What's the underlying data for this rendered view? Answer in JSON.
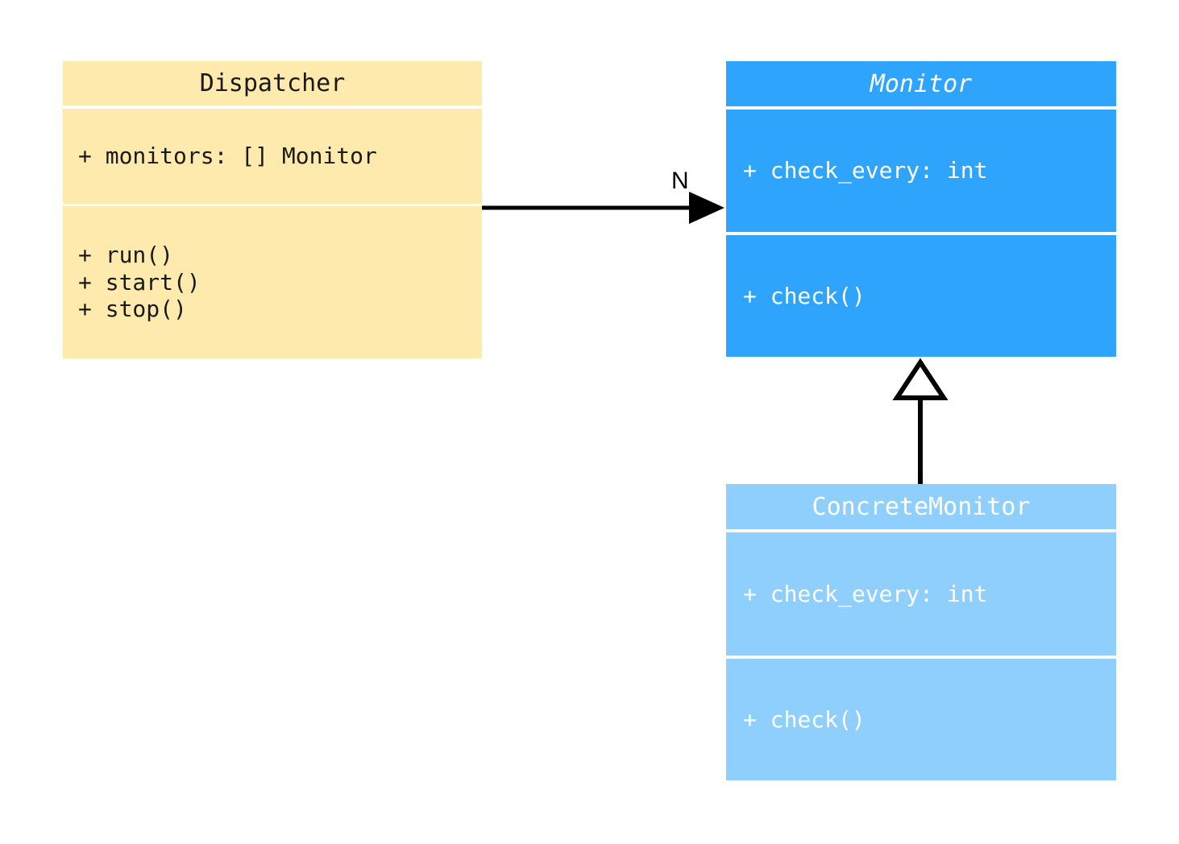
{
  "diagram": {
    "type": "uml-class-diagram",
    "background": "#ffffff",
    "classes": [
      {
        "id": "dispatcher",
        "name": "Dispatcher",
        "abstract": false,
        "fill": "#ffeaad",
        "text_color": "#1a1a1a",
        "attributes": [
          "+ monitors: [] Monitor"
        ],
        "methods": [
          "+ run()",
          "+ start()",
          "+ stop()"
        ]
      },
      {
        "id": "monitor",
        "name": "Monitor",
        "abstract": true,
        "fill": "#2fa4fc",
        "text_color": "#ffffff",
        "attributes": [
          "+ check_every: int"
        ],
        "methods": [
          "+ check()"
        ]
      },
      {
        "id": "concretemonitor",
        "name": "ConcreteMonitor",
        "abstract": false,
        "fill": "#8ecffd",
        "text_color": "#ffffff",
        "attributes": [
          "+ check_every: int"
        ],
        "methods": [
          "+ check()"
        ]
      }
    ],
    "relationships": [
      {
        "id": "dispatcher-to-monitor",
        "kind": "association",
        "from": "Dispatcher",
        "to": "Monitor",
        "arrowhead": "filled-triangle",
        "line": "solid",
        "label": "N",
        "color": "#000000"
      },
      {
        "id": "concretemonitor-to-monitor",
        "kind": "generalization",
        "from": "ConcreteMonitor",
        "to": "Monitor",
        "arrowhead": "hollow-triangle",
        "line": "solid",
        "label": "",
        "color": "#000000"
      }
    ]
  }
}
